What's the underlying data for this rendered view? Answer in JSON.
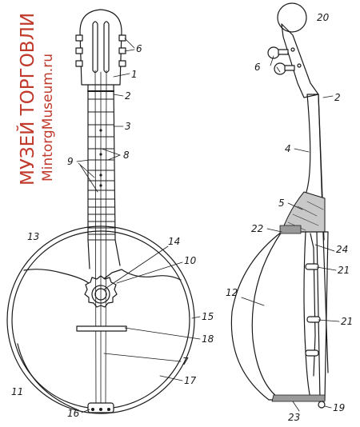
{
  "watermark": {
    "title": "МУЗЕЙ ТОРГОВЛИ",
    "site": "MintorgMuseum.ru",
    "color": "#c0392b"
  },
  "callouts": {
    "front": [
      "6",
      "1",
      "2",
      "3",
      "8",
      "9",
      "13",
      "14",
      "10",
      "15",
      "18",
      "7",
      "17",
      "11",
      "16"
    ],
    "side": [
      "20",
      "6",
      "2",
      "4",
      "5",
      "22",
      "24",
      "21",
      "12",
      "21",
      "19",
      "23"
    ]
  }
}
